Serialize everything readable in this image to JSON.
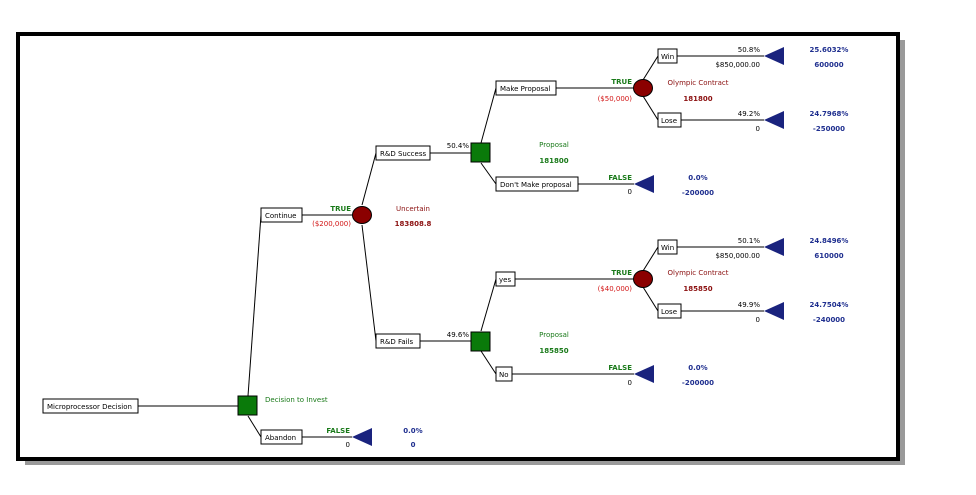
{
  "root": {
    "label": "Microprocessor Decision"
  },
  "d1": {
    "label": "Decision to Invest"
  },
  "continue": {
    "label": "Continue",
    "flag": "TRUE",
    "cost": "($200,000)"
  },
  "abandon": {
    "label": "Abandon",
    "flag": "FALSE",
    "value": "0",
    "prob": "0.0%",
    "payoff": "0"
  },
  "c1": {
    "label": "Uncertain",
    "value": "183808.8"
  },
  "rd_success": {
    "label": "R&D Success",
    "prob": "50.4%"
  },
  "rd_fails": {
    "label": "R&D Fails",
    "prob": "49.6%"
  },
  "d2": {
    "label": "Proposal",
    "value": "181800"
  },
  "make_proposal": {
    "label": "Make Proposal",
    "flag": "TRUE",
    "cost": "($50,000)"
  },
  "dont_make": {
    "label": "Don't Make proposal",
    "flag": "FALSE",
    "value": "0",
    "prob": "0.0%",
    "payoff": "-200000"
  },
  "c2": {
    "label": "Olympic Contract",
    "value": "181800"
  },
  "win1": {
    "label": "Win",
    "prob": "50.8%",
    "value": "$850,000.00",
    "joint_prob": "25.6032%",
    "payoff": "600000"
  },
  "lose1": {
    "label": "Lose",
    "prob": "49.2%",
    "value": "0",
    "joint_prob": "24.7968%",
    "payoff": "-250000"
  },
  "d3": {
    "label": "Proposal",
    "value": "185850"
  },
  "yes": {
    "label": "yes",
    "flag": "TRUE",
    "cost": "($40,000)"
  },
  "no": {
    "label": "No",
    "flag": "FALSE",
    "value": "0",
    "prob": "0.0%",
    "payoff": "-200000"
  },
  "c3": {
    "label": "Olympic Contract",
    "value": "185850"
  },
  "win2": {
    "label": "Win",
    "prob": "50.1%",
    "value": "$850,000.00",
    "joint_prob": "24.8496%",
    "payoff": "610000"
  },
  "lose2": {
    "label": "Lose",
    "prob": "49.9%",
    "value": "0",
    "joint_prob": "24.7504%",
    "payoff": "-240000"
  },
  "colors": {
    "decision": "#0a7a0a",
    "chance": "#8b0000",
    "terminal": "#1a237e",
    "flag": "#1a7a1a",
    "cost": "#d21414",
    "outcome": "#1f2f8f"
  }
}
